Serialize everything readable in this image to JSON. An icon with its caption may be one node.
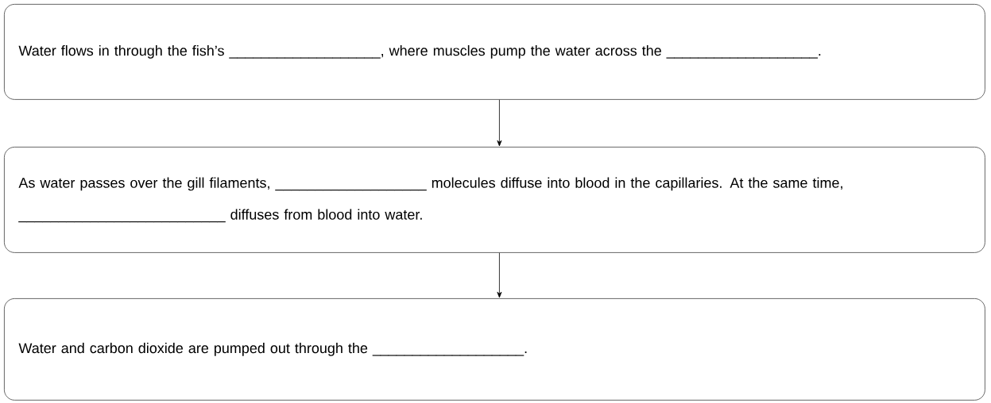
{
  "diagram": {
    "nodes": [
      {
        "text": [
          "Water flows in through the fish’s ___________________, where muscles pump the water across the ___________________."
        ]
      },
      {
        "text": [
          "As water passes over the gill filaments, ___________________ molecules diffuse into blood in the capillaries. At the same time, __________________________ diffuses from blood into water."
        ]
      },
      {
        "text": [
          "Water and carbon dioxide are pumped out through the ___________________."
        ]
      }
    ],
    "edges": [
      {
        "from": 0,
        "to": 1,
        "arrow": "to"
      },
      {
        "from": 1,
        "to": 2,
        "arrow": "to"
      }
    ]
  }
}
